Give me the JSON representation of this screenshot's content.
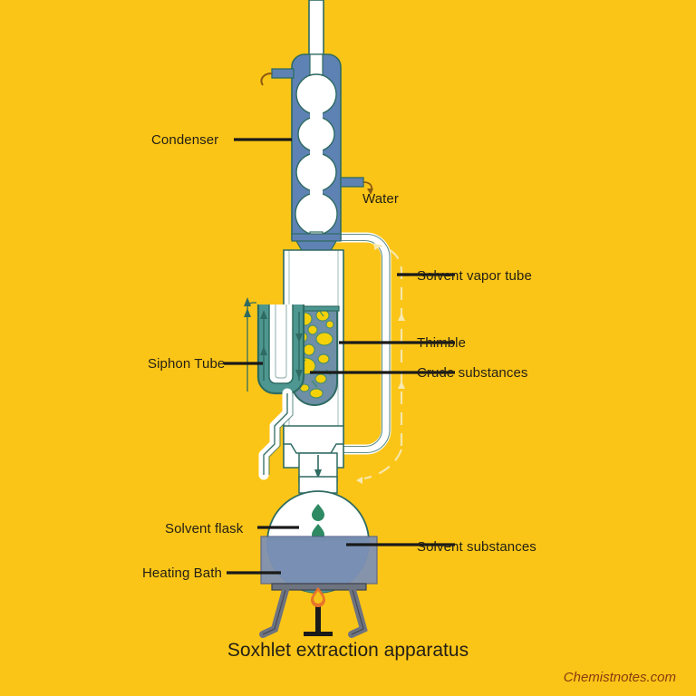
{
  "page": {
    "background_color": "#FBC517",
    "caption": "Soxhlet extraction apparatus",
    "watermark": "Chemistnotes.com"
  },
  "palette": {
    "background": "#FBC517",
    "condenser_jacket": "#5F82B4",
    "glass_white": "#FFFFFF",
    "glass_outline": "#2E6B62",
    "liquid_teal": "#4E9791",
    "thimble_fill": "#6E8FA6",
    "crude_yellow": "#F5D10A",
    "heating_bath": "#7D90B8",
    "label_text": "#231F16",
    "leader_line": "#1A1A1A",
    "watermark": "#8A3A10",
    "vapor_arrow": "#F6E7A8",
    "flow_arrow": "#2E6B62",
    "stand_metal": "#6E7380",
    "flame": "#E8742A"
  },
  "labels": [
    {
      "id": "condenser",
      "text": "Condenser",
      "side": "left"
    },
    {
      "id": "water",
      "text": "Water",
      "side": "right"
    },
    {
      "id": "svtube",
      "text": "Solvent vapor tube",
      "side": "right"
    },
    {
      "id": "thimble",
      "text": "Thimble",
      "side": "right"
    },
    {
      "id": "crude",
      "text": "Crude substances",
      "side": "right"
    },
    {
      "id": "siphon",
      "text": "Siphon Tube",
      "side": "left"
    },
    {
      "id": "solventflask",
      "text": "Solvent flask",
      "side": "left"
    },
    {
      "id": "solventsub",
      "text": "Solvent substances",
      "side": "right"
    },
    {
      "id": "heatingbath",
      "text": "Heating Bath",
      "side": "left"
    }
  ],
  "apparatus": {
    "name": "soxhlet-extraction-apparatus",
    "parts": [
      "condenser",
      "water-inlet",
      "water-outlet",
      "solvent-vapor-tube",
      "extraction-chamber",
      "thimble",
      "crude-substances",
      "siphon-tube",
      "solvent-flask",
      "solvent-substances",
      "heating-bath",
      "tripod-stand",
      "burner-flame"
    ]
  }
}
